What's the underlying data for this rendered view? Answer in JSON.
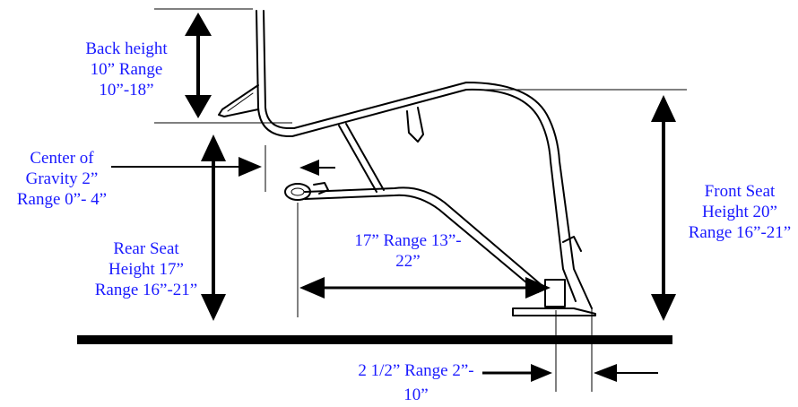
{
  "colors": {
    "label": "#1a1aff",
    "line": "#000000",
    "background": "#ffffff"
  },
  "labels": {
    "back_height": [
      "Back height",
      "10” Range",
      "10”-18”"
    ],
    "center_of_gravity": [
      "Center of",
      "Gravity 2”",
      "Range 0”- 4”"
    ],
    "rear_seat_height": [
      "Rear Seat",
      "Height 17”",
      "Range 16”-21”"
    ],
    "seat_depth": [
      "17” Range 13”-",
      "22”"
    ],
    "front_seat_height": [
      "Front Seat",
      "Height 20”",
      "Range 16”-21”"
    ],
    "footrest_clearance": [
      "2 1/2” Range 2”-",
      "10”"
    ]
  }
}
